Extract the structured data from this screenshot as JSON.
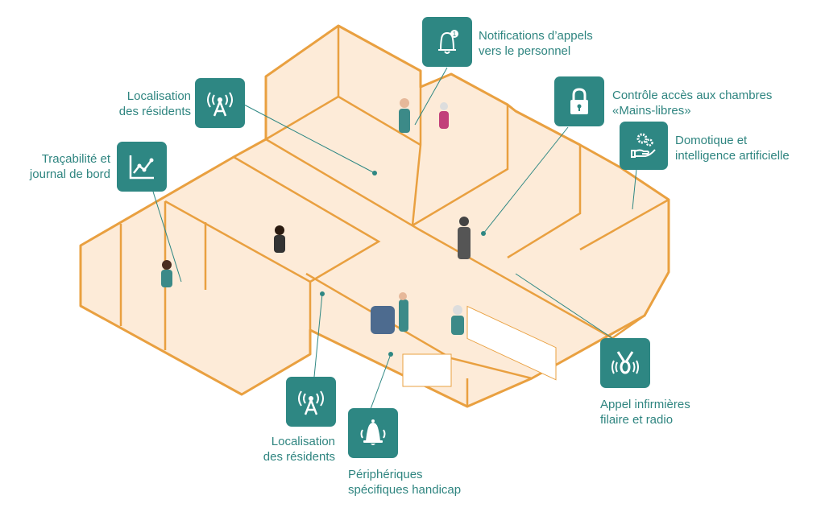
{
  "colors": {
    "accent": "#2e8783",
    "house_stroke": "#e9a040",
    "floor": "#fdebd8"
  },
  "features": [
    {
      "id": "notifications",
      "icon": "bell-notification-icon",
      "line1": "Notifications d’appels",
      "line2": "vers le personnel",
      "badge": "1"
    },
    {
      "id": "localisation-top",
      "icon": "antenna-icon",
      "line1": "Localisation",
      "line2": "des résidents"
    },
    {
      "id": "tracabilite",
      "icon": "chart-line-icon",
      "line1": "Traçabilité et",
      "line2": "journal de bord"
    },
    {
      "id": "controle-acces",
      "icon": "lock-icon",
      "line1": "Contrôle accès aux chambres",
      "line2": "«Mains-libres»"
    },
    {
      "id": "domotique",
      "icon": "gears-hand-icon",
      "line1": "Domotique et",
      "line2": "intelligence artificielle"
    },
    {
      "id": "appel-infirmieres",
      "icon": "pendant-call-icon",
      "line1": "Appel infirmières",
      "line2": "filaire et radio"
    },
    {
      "id": "localisation-bottom",
      "icon": "antenna-icon",
      "line1": "Localisation",
      "line2": "des résidents"
    },
    {
      "id": "peripheriques",
      "icon": "bell-ringing-icon",
      "line1": "Périphériques",
      "line2": "spécifiques handicap"
    }
  ]
}
